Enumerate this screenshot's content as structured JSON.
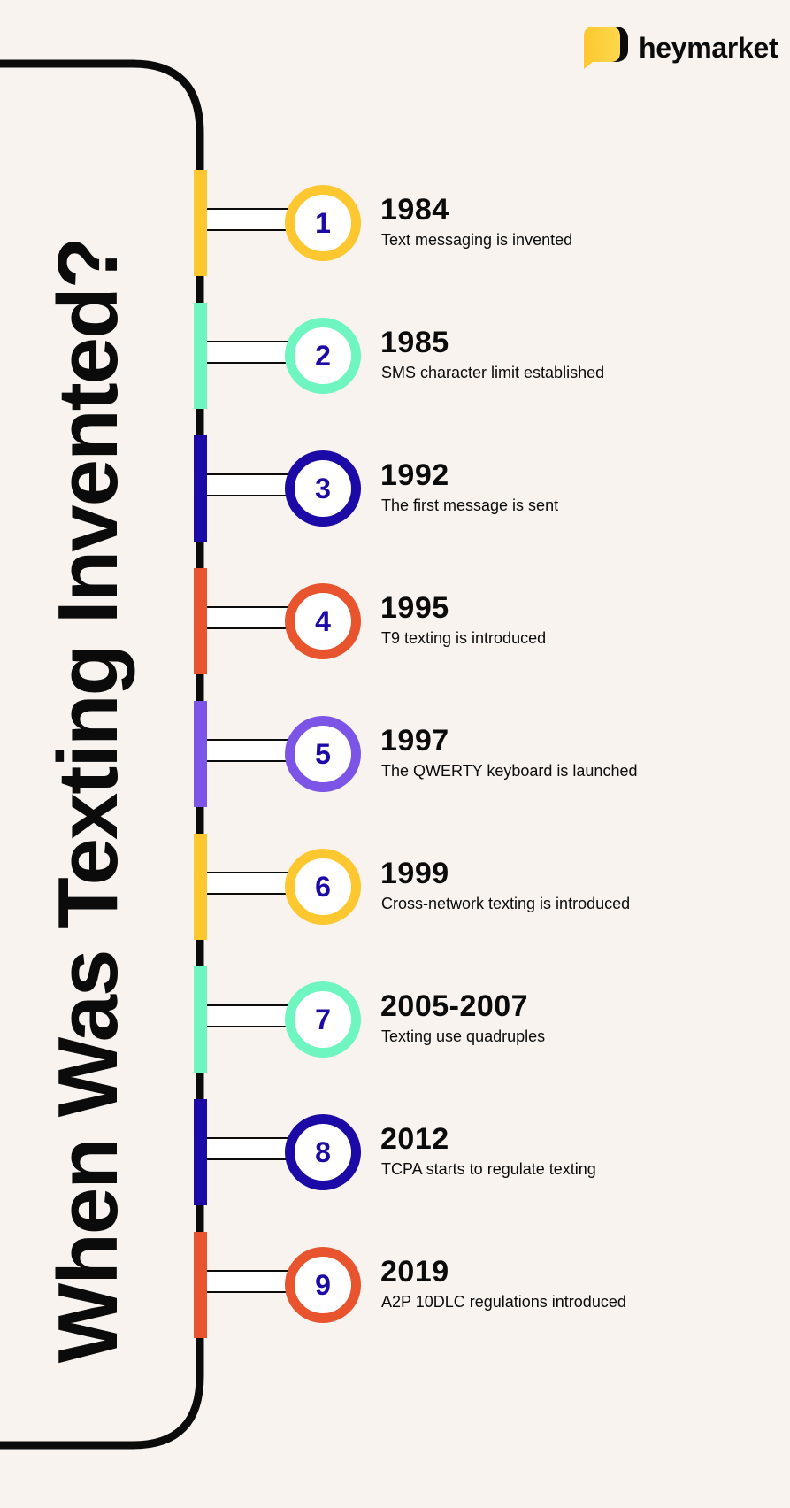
{
  "brand": {
    "name": "heymarket",
    "logo_icon": "chat-bubble-icon",
    "colors": {
      "logo_yellow": "#fdc72f",
      "logo_dark": "#0b0b0b"
    }
  },
  "title": "When Was Texting Invented?",
  "colors": {
    "background": "#f8f3ef",
    "line": "#0b0b0b",
    "number_text": "#1c0aa6"
  },
  "milestones": [
    {
      "number": "1",
      "year": "1984",
      "description": "Text messaging is invented",
      "color": "#fdc72f"
    },
    {
      "number": "2",
      "year": "1985",
      "description": "SMS character limit established",
      "color": "#6ff5bf"
    },
    {
      "number": "3",
      "year": "1992",
      "description": "The first message is sent",
      "color": "#1c0aa6"
    },
    {
      "number": "4",
      "year": "1995",
      "description": "T9 texting is introduced",
      "color": "#e8542e"
    },
    {
      "number": "5",
      "year": "1997",
      "description": "The QWERTY keyboard is launched",
      "color": "#7c55e6"
    },
    {
      "number": "6",
      "year": "1999",
      "description": "Cross-network texting is introduced",
      "color": "#fdc72f"
    },
    {
      "number": "7",
      "year": "2005-2007",
      "description": "Texting use quadruples",
      "color": "#6ff5bf"
    },
    {
      "number": "8",
      "year": "2012",
      "description": "TCPA starts to regulate texting",
      "color": "#1c0aa6"
    },
    {
      "number": "9",
      "year": "2019",
      "description": "A2P 10DLC regulations introduced",
      "color": "#e8542e"
    }
  ]
}
